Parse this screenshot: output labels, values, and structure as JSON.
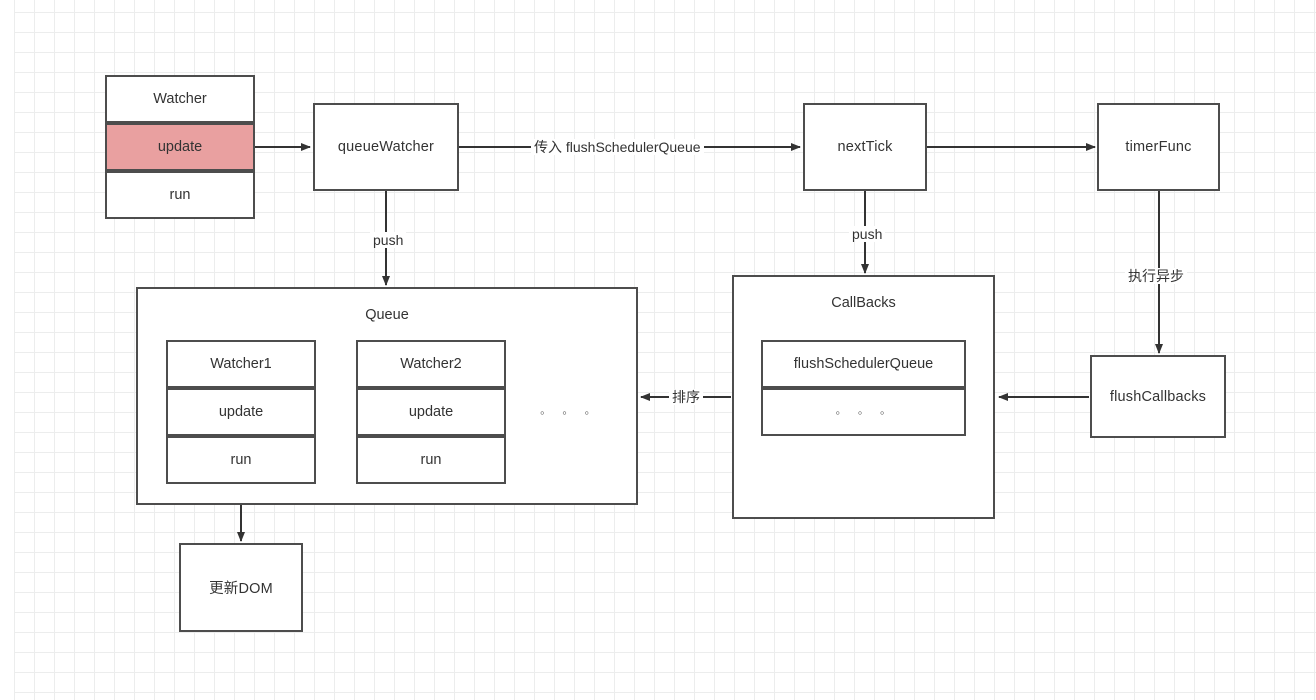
{
  "diagram": {
    "title": "Vue nextTick scheduler flow diagram",
    "colors": {
      "stroke": "#4d4d4d",
      "text": "#333333",
      "highlight": "#e9a0a0",
      "grid": "#eceded",
      "background": "#ffffff"
    },
    "nodes": {
      "watcher": {
        "title": "Watcher",
        "rows": [
          "Watcher",
          "update",
          "run"
        ]
      },
      "queue_watcher": {
        "label": "queueWatcher"
      },
      "next_tick": {
        "label": "nextTick"
      },
      "timer_func": {
        "label": "timerFunc"
      },
      "flush_callbacks": {
        "label": "flushCallbacks"
      },
      "update_dom": {
        "label": "更新DOM"
      },
      "queue": {
        "title": "Queue",
        "watcher1": {
          "rows": [
            "Watcher1",
            "update",
            "run"
          ]
        },
        "watcher2": {
          "rows": [
            "Watcher2",
            "update",
            "run"
          ]
        },
        "ellipsis": "◦  ◦  ◦"
      },
      "callbacks": {
        "title": "CallBacks",
        "entry": "flushSchedulerQueue",
        "ellipsis": "◦  ◦  ◦"
      }
    },
    "edges": {
      "watcher_to_queuewatcher": {
        "label": ""
      },
      "queuewatcher_to_nexttick": {
        "label": "传入 flushSchedulerQueue"
      },
      "nexttick_to_timerfunc": {
        "label": ""
      },
      "queuewatcher_to_queue": {
        "label": "push"
      },
      "nexttick_to_callbacks": {
        "label": "push"
      },
      "timerfunc_to_flushcallbacks": {
        "label": "执行异步"
      },
      "flushcallbacks_to_callbacks": {
        "label": ""
      },
      "callbacks_to_queue": {
        "label": "排序"
      },
      "watcher1_to_updatedom": {
        "label": ""
      }
    }
  }
}
